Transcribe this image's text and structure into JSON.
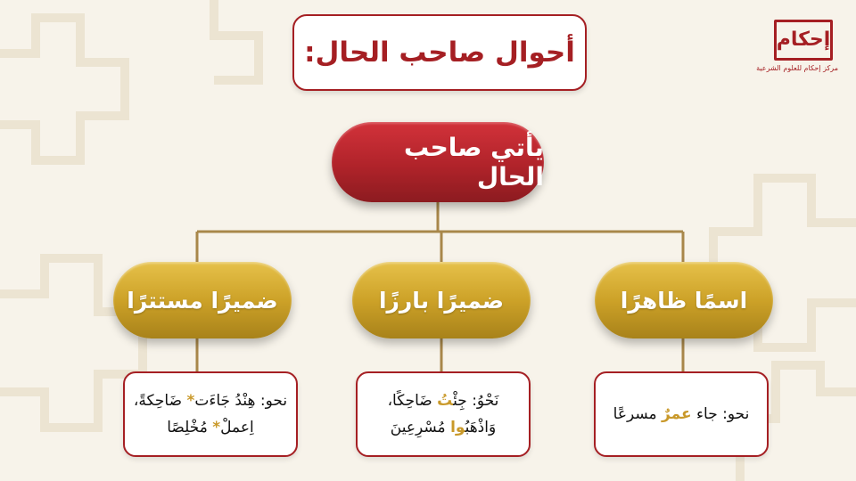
{
  "title": "أحوال صاحب الحال:",
  "root": {
    "label": "يأتي صاحب الحال"
  },
  "branches": [
    {
      "label": "اسمًا ظاهرًا",
      "example": {
        "line1": {
          "pre": "نحو: جاء ",
          "hl": "عمرٌ",
          "post": " مسرعًا"
        }
      }
    },
    {
      "label": "ضميرًا بارزًا",
      "example": {
        "line1": {
          "pre": "نَحْوُ: جِئْ",
          "hl": "تُ",
          "post": " ضَاحِكًا،"
        },
        "line2": {
          "pre": "وَاذْهَبُ",
          "hl": "وا",
          "post": " مُسْرِعِينَ"
        }
      }
    },
    {
      "label": "ضميرًا مستترًا",
      "example": {
        "line1": {
          "pre": "نحو: هِنْدُ جَاءَت",
          "hl": "*",
          "post": " ضَاحِكةً،"
        },
        "line2": {
          "pre": "اِعملْ",
          "hl": "*",
          "post": " مُخْلِصًا"
        }
      }
    }
  ],
  "logo": {
    "word": "إحكام",
    "subtitle": "مركز إحكام للعلوم الشرعية"
  },
  "colors": {
    "red": "#a51f23",
    "gold": "#cda228",
    "connector": "#a8874a",
    "background": "#f7f3ea"
  }
}
